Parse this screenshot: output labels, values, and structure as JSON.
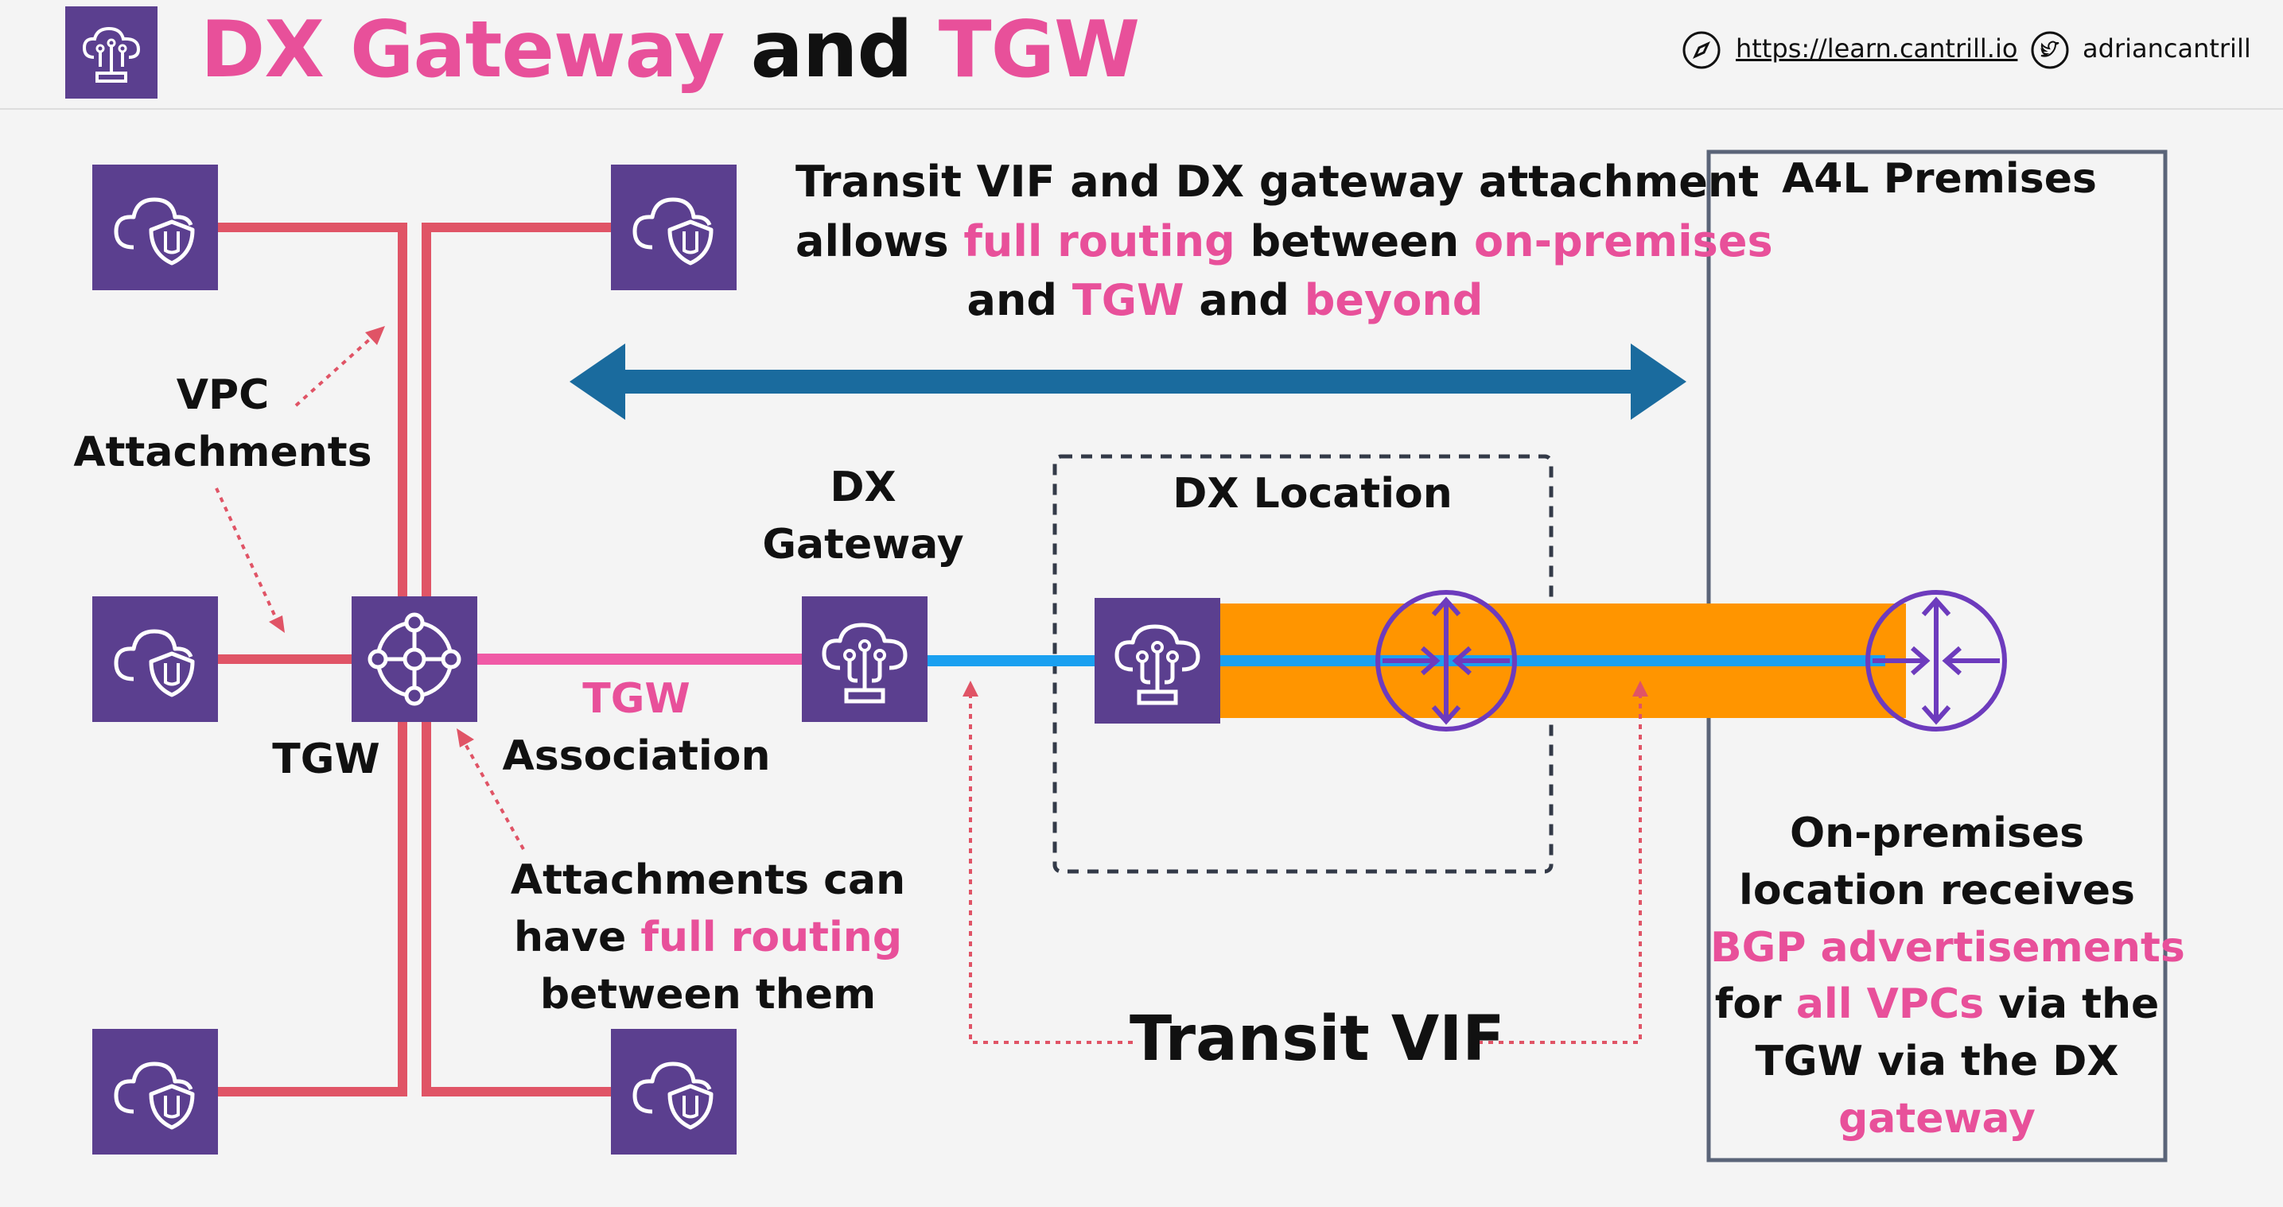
{
  "header": {
    "title_part1": "DX Gateway",
    "title_part2": " and ",
    "title_part3": "TGW",
    "website": "https://learn.cantrill.io",
    "twitter": "adriancantrill",
    "website_icon": "compass-icon",
    "twitter_icon": "twitter-icon",
    "logo_icon": "dx-gateway-logo-icon"
  },
  "colors": {
    "pink": "#e8509a",
    "vpc_line": "#e05466",
    "tgw_association_line": "#f05aa6",
    "vif_line": "#1aa0f0",
    "connection_band": "#ff9500",
    "arrow": "#1a6b9e",
    "router": "#6d3bbd",
    "icon_bg": "#5b3f8f"
  },
  "diagram": {
    "main_text": {
      "line1": "Transit VIF and DX gateway attachment",
      "line2_a": "allows ",
      "line2_b": "full routing",
      "line2_c": " between ",
      "line2_d": "on-premises",
      "line3_a": "and ",
      "line3_b": "TGW",
      "line3_c": " and ",
      "line3_d": "beyond"
    },
    "vpc_attachments": {
      "line1": "VPC",
      "line2": "Attachments"
    },
    "tgw_label": "TGW",
    "tgw_association": {
      "line1": "TGW",
      "line2": "Association"
    },
    "dx_gateway": {
      "line1": "DX",
      "line2": "Gateway"
    },
    "dx_location": "DX Location",
    "a4l_premises": "A4L Premises",
    "attachments_note": {
      "line1": "Attachments can",
      "line2_a": "have ",
      "line2_b": "full routing",
      "line3": "between them"
    },
    "transit_vif": "Transit VIF",
    "onprem_note": {
      "line1": "On-premises",
      "line2": "location receives",
      "line3": "BGP advertisements",
      "line4_a": "for ",
      "line4_b": "all VPCs",
      "line4_c": " via the",
      "line5": "TGW via the DX",
      "line6": "gateway"
    }
  }
}
